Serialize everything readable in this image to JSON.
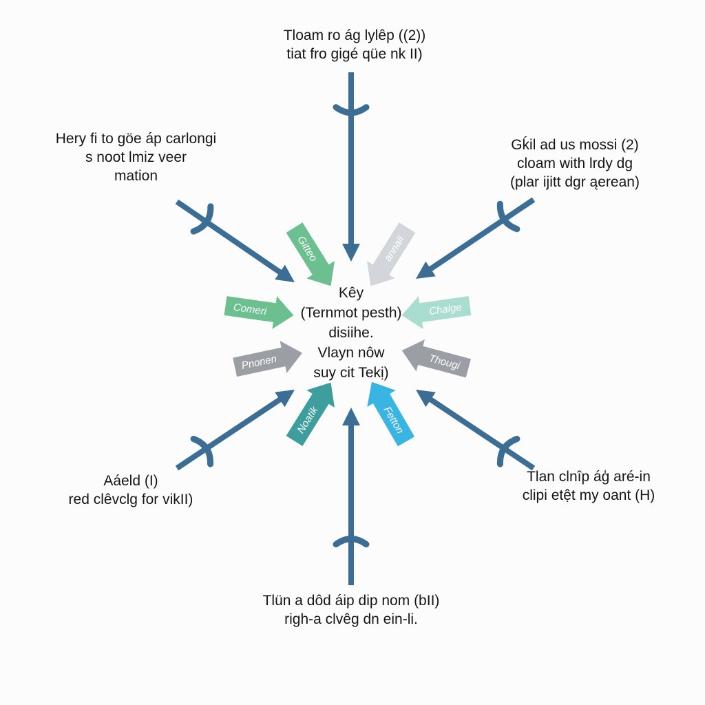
{
  "labels": {
    "top": [
      "Tloam ro ág lylêp ((2))",
      "tiat fro gigé qüe nk II)"
    ],
    "top_left": [
      "Hery fi to göe áp carlongi",
      "s noot lmiz veer",
      "mation"
    ],
    "top_right": [
      "Gḱil ad us mossi (2)",
      "cloam with lrdy dg",
      "(plar ijitt dgr ąerean)"
    ],
    "bottom_left": [
      "Aáeld (I)",
      "red clêvclg for vikII)"
    ],
    "bottom_right": [
      "Tlan clnîp áģ aré-in",
      "clipi etệt my oant (H)"
    ],
    "bottom": [
      "Tlün a dôd áip dip nom (bII)",
      "righ-a clvêg dn ein-li."
    ],
    "center": [
      "Kêy",
      "(Ternmot pesth)",
      "disiihe.",
      "Vlayn nôw",
      "suy cit Tekị)"
    ]
  },
  "inner_arrows": [
    {
      "text": "Gitteo",
      "color": "#6cc08f"
    },
    {
      "text": "annali",
      "color": "#d2d6da"
    },
    {
      "text": "Comeri",
      "color": "#6cc08f"
    },
    {
      "text": "Chalge",
      "color": "#a9ddd0"
    },
    {
      "text": "Pnonen",
      "color": "#9c9ea6"
    },
    {
      "text": "Thougi",
      "color": "#9c9ea6"
    },
    {
      "text": "Noatik",
      "color": "#3e9d9d"
    },
    {
      "text": "Fetton",
      "color": "#3ab4e2"
    }
  ],
  "colors": {
    "outer_arrow": "#3b6d95",
    "text": "#151515",
    "background": "#fbfcfb"
  }
}
